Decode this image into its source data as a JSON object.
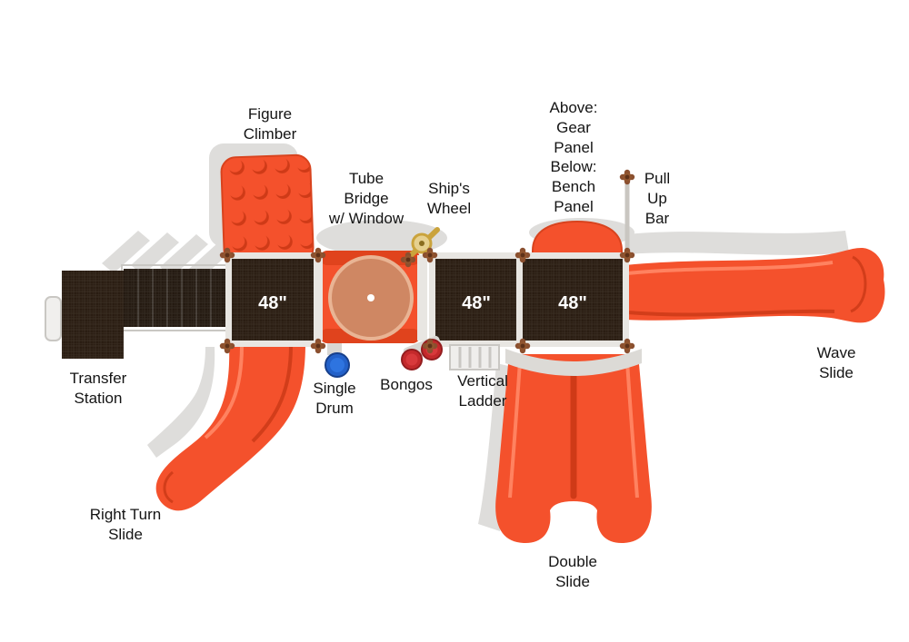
{
  "diagram": {
    "type": "playground-top-view",
    "labels": {
      "figure_climber": "Figure\nClimber",
      "tube_bridge": "Tube\nBridge\nw/ Window",
      "ships_wheel": "Ship's\nWheel",
      "gear_bench_panel": "Above:\nGear\nPanel\nBelow:\nBench\nPanel",
      "pull_up_bar": "Pull\nUp\nBar",
      "transfer_station": "Transfer\nStation",
      "single_drum": "Single\nDrum",
      "bongos": "Bongos",
      "vertical_ladder": "Vertical\nLadder",
      "wave_slide": "Wave\nSlide",
      "right_turn_slide": "Right Turn\nSlide",
      "double_slide": "Double\nSlide"
    },
    "decks": {
      "deck_left": "48\"",
      "deck_middle": "48\"",
      "deck_right": "48\""
    },
    "colors": {
      "slide_orange": "#f4512c",
      "slide_orange_dark": "#d23d1a",
      "slide_orange_light": "#ff8260",
      "deck_brown": "#2a1d12",
      "post_white": "#e8e6e2",
      "shadow_gray": "#dedddb",
      "drum_blue": "#2361c9",
      "bongo_red": "#c4292b",
      "wheel_yellow": "#caa33c",
      "connector_rust": "#8a4f2f"
    }
  }
}
